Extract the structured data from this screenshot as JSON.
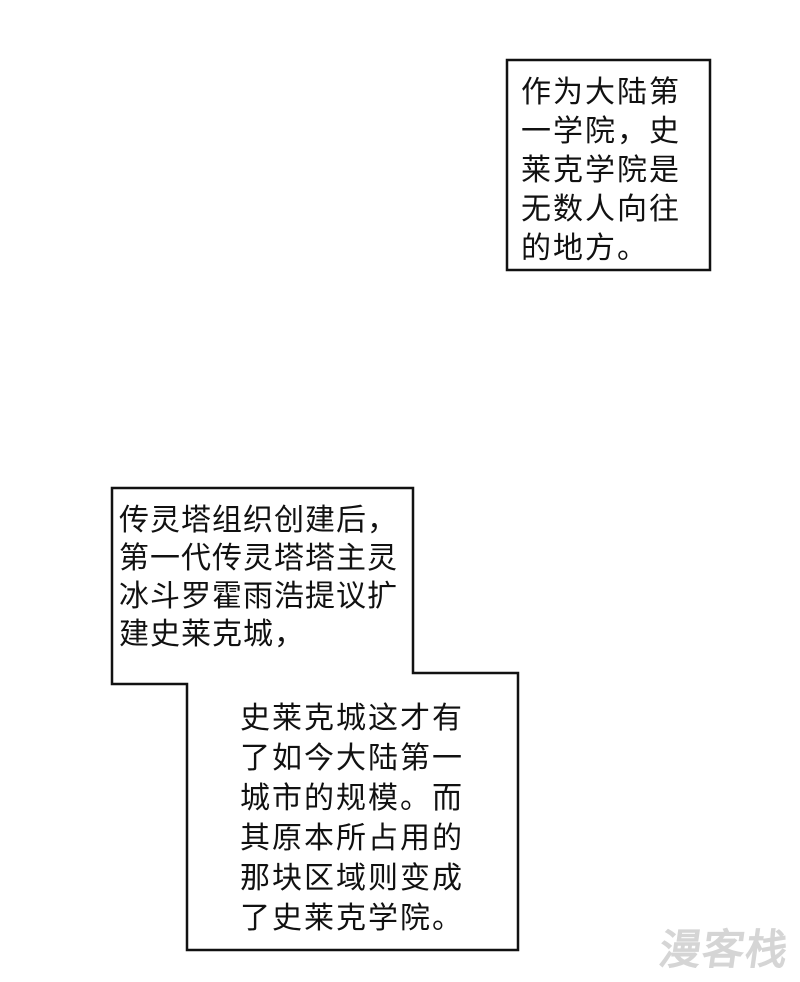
{
  "comic": {
    "bubbles": [
      {
        "text": "作为大陆第\n一学院，史\n莱克学院是\n无数人向往\n的地方。"
      },
      {
        "text": "传灵塔组织创建后，\n第一代传灵塔塔主灵\n冰斗罗霍雨浩提议扩\n建史莱克城，"
      },
      {
        "text": "史莱克城这才有\n了如今大陆第一\n城市的规模。而\n其原本所占用的\n那块区域则变成\n了史莱克学院。"
      }
    ],
    "watermark": "漫客栈",
    "colors": {
      "background": "#ffffff",
      "outline": "#111111",
      "text": "#111111",
      "watermark": "#d5d5d5"
    }
  }
}
